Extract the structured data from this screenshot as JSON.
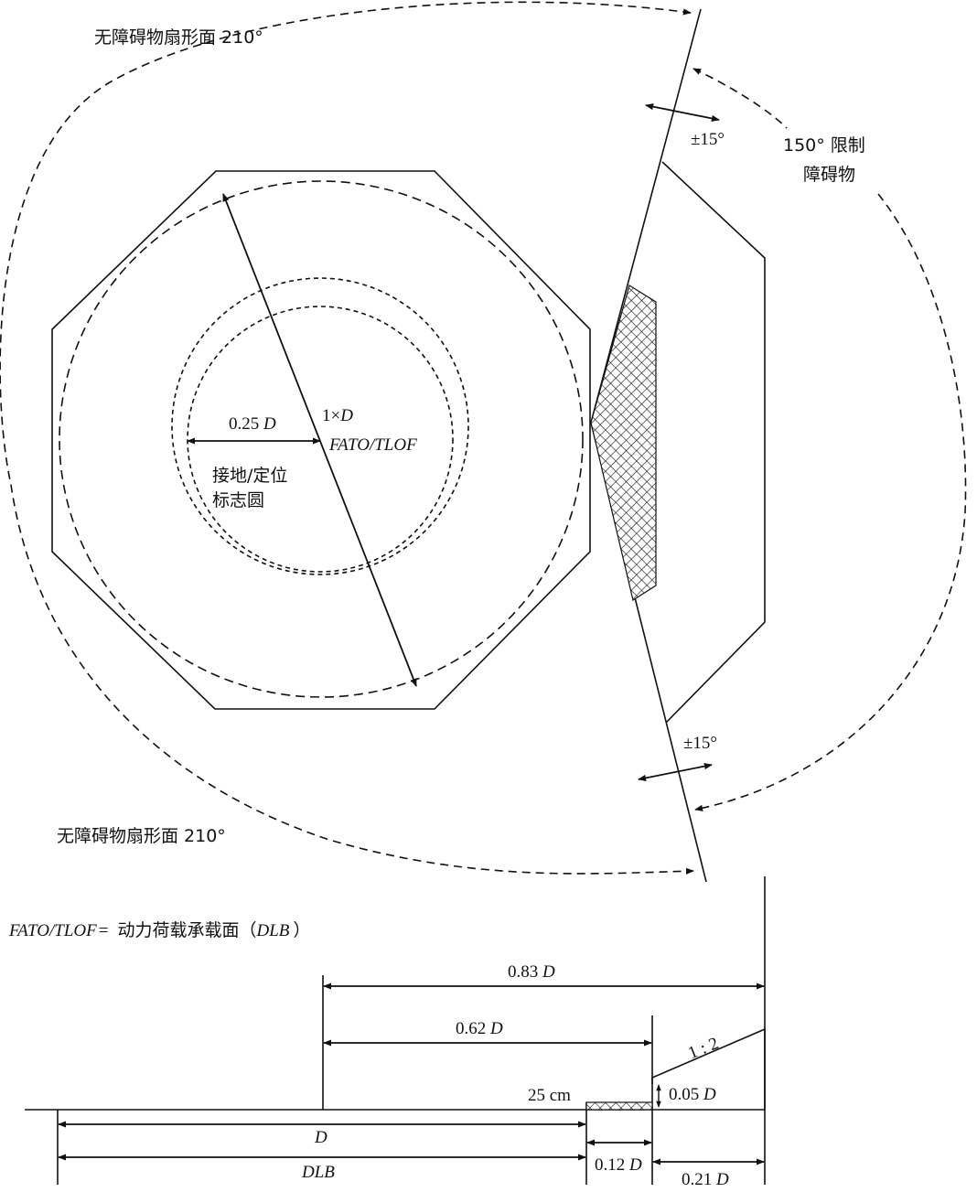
{
  "top": {
    "sector_top_label": "无障碍物扇形面 210°",
    "sector_bottom_label": "无障碍物扇形面 210°",
    "limited_label_line1": "150° 限制",
    "limited_label_line2": "障碍物",
    "tol_top": "±15°",
    "tol_bottom": "±15°",
    "diam_label_1": "1×",
    "diam_label_D": "D",
    "diam_label_2": "FATO/TLOF",
    "radius_label_num": "0.25",
    "radius_label_D": "D",
    "circle_label_line1": "接地/定位",
    "circle_label_line2": "标志圆"
  },
  "legend": {
    "lhs": "FATO/TLOF",
    "eq": "=",
    "rhs_1": "动力荷载承载面（",
    "rhs_abbr": "DLB",
    "rhs_2": "）"
  },
  "section": {
    "dim_083_num": "0.83",
    "dim_062_num": "0.62",
    "dim_D": "D",
    "slope": "1 : 2",
    "height_25": "25 cm",
    "dim_005_num": "0.05",
    "dim_012_num": "0.12",
    "dim_021_num": "0.21",
    "dim_full_D": "D",
    "dim_DLB": "DLB"
  }
}
